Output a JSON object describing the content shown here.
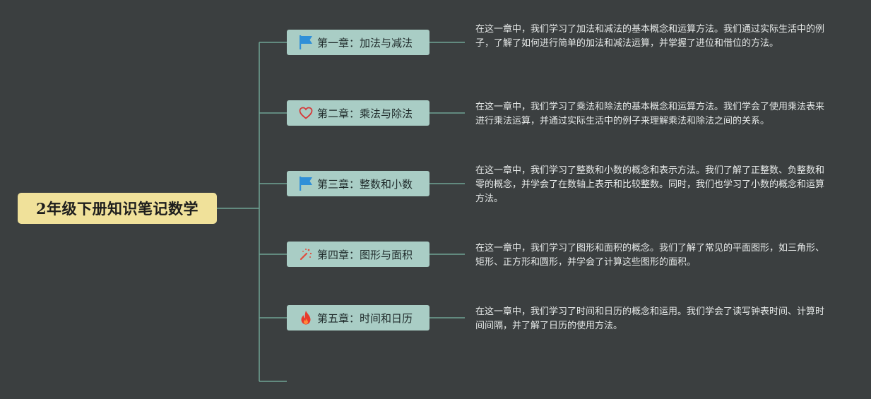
{
  "root": {
    "title": "2年级下册知识笔记数学"
  },
  "colors": {
    "background": "#3b3f40",
    "root_fill": "#f0e19a",
    "chapter_fill": "#a9cdc5",
    "connector": "#6fa394"
  },
  "chapters": [
    {
      "icon": "blue-flag-icon",
      "title": "第一章：加法与减法",
      "description": "在这一章中，我们学习了加法和减法的基本概念和运算方法。我们通过实际生活中的例子，了解了如何进行简单的加法和减法运算，并掌握了进位和借位的方法。"
    },
    {
      "icon": "red-heart-icon",
      "title": "第二章：乘法与除法",
      "description": "在这一章中，我们学习了乘法和除法的基本概念和运算方法。我们学会了使用乘法表来进行乘法运算，并通过实际生活中的例子来理解乘法和除法之间的关系。"
    },
    {
      "icon": "blue-flag-icon",
      "title": "第三章：整数和小数",
      "description": "在这一章中，我们学习了整数和小数的概念和表示方法。我们了解了正整数、负整数和零的概念，并学会了在数轴上表示和比较整数。同时，我们也学习了小数的概念和运算方法。"
    },
    {
      "icon": "magic-wand-icon",
      "title": "第四章：图形与面积",
      "description": "在这一章中，我们学习了图形和面积的概念。我们了解了常见的平面图形，如三角形、矩形、正方形和圆形，并学会了计算这些图形的面积。"
    },
    {
      "icon": "fire-icon",
      "title": "第五章：时间和日历",
      "description": "在这一章中，我们学习了时间和日历的概念和运用。我们学会了读写钟表时间、计算时间间隔，并了解了日历的使用方法。"
    }
  ]
}
